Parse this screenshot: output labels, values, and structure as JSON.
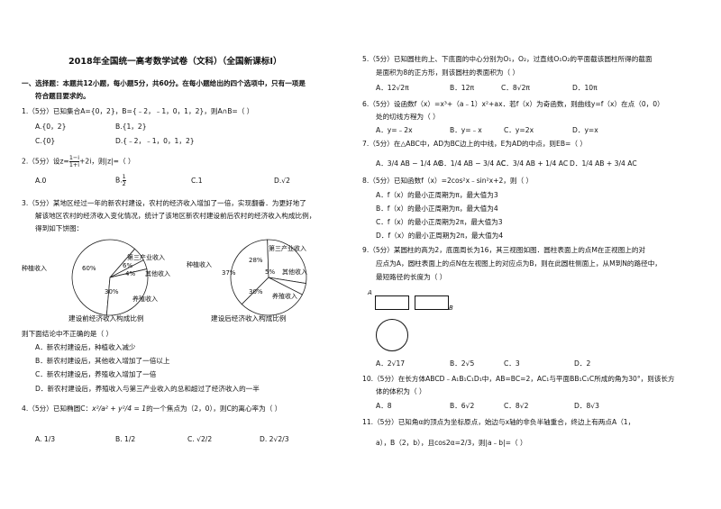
{
  "title": "2018年全国统一高考数学试卷（文科）（全国新课标Ⅰ）",
  "section_header": {
    "line1": "一、选择题：本题共12小题，每小题5分，共60分。在每小题给出的四个选项中，只有一项是",
    "line2": "符合题目要求的。"
  },
  "q1": {
    "stem": "1.（5分）已知集合A={0，2}，B={﹣2，﹣1，0，1，2}，则A∩B=（    ）",
    "A": "A.{0，2}",
    "B": "B.{1，2}",
    "C": "C.{0}",
    "D": "D.{﹣2，﹣1，0，1，2}"
  },
  "q2": {
    "stem_pre": "2.（5分）设z=",
    "stem_frac_num": "1−i",
    "stem_frac_den": "1+i",
    "stem_post": "+2i，则|z|=（    ）",
    "A": "A.0",
    "B_pre": "B.",
    "B_num": "1",
    "B_den": "2",
    "C": "C.1",
    "D": "D.√2"
  },
  "q3": {
    "line1": "3.（5分）某地区经过一年的新农村建设，农村的经济收入增加了一倍，实现翻番．为更好地了",
    "line2": "解该地区农村的经济收入变化情况，统计了该地区新农村建设前后农村的经济收入构成比例，",
    "line3": "得到如下饼图：",
    "pie_before": {
      "caption": "建设前经济收入构成比例",
      "slices": [
        {
          "label": "种植收入",
          "pct": "60%",
          "value": 60
        },
        {
          "label": "第三产业收入",
          "pct": "6%",
          "value": 6
        },
        {
          "label": "其他收入",
          "pct": "4%",
          "value": 4
        },
        {
          "label": "养殖收入",
          "pct": "30%",
          "value": 30
        }
      ]
    },
    "pie_after": {
      "caption": "建设后经济收入构成比例",
      "slices": [
        {
          "label": "种植收入",
          "pct": "37%",
          "value": 37
        },
        {
          "label": "第三产业收入",
          "pct": "28%",
          "value": 28
        },
        {
          "label": "其他收入",
          "pct": "5%",
          "value": 5
        },
        {
          "label": "养殖收入",
          "pct": "30%",
          "value": 30
        }
      ]
    },
    "question": "则下面结论中不正确的是（    ）",
    "A": "A．新农村建设后，种植收入减少",
    "B": "B．新农村建设后，其他收入增加了一倍以上",
    "C": "C．新农村建设后，养殖收入增加了一倍",
    "D": "D．新农村建设后，养殖收入与第三产业收入的总和超过了经济收入的一半"
  },
  "q4": {
    "stem_pre": "4.（5分）已知椭圆C：",
    "stem_eq": "x²/a² + y²/4 = 1",
    "stem_post": "的一个焦点为（2，0），则C的离心率为（    ）",
    "A": "A. 1/3",
    "B": "B. 1/2",
    "C": "C. √2/2",
    "D": "D. 2√2/3"
  },
  "q5": {
    "line1": "5.（5分）已知圆柱的上、下底面的中心分别为O₁，O₂，过直线O₁O₂的平面截该圆柱所得的截面",
    "line2": "是面积为8的正方形，则该圆柱的表面积为（    ）",
    "A": "A．12√2π",
    "B": "B．12π",
    "C": "C．8√2π",
    "D": "D．10π"
  },
  "q6": {
    "line1": "6.（5分）设函数f（x）=x³+（a﹣1）x²+ax．若f（x）为奇函数，则曲线y=f（x）在点（0，0）",
    "line2": "处的切线方程为（    ）",
    "A": "A．y=﹣2x",
    "B": "B．y=﹣x",
    "C": "C．y=2x",
    "D": "D．y=x"
  },
  "q7": {
    "line1": "7.（5分）在△ABC中，AD为BC边上的中线，E为AD的中点，则EB=（    ）",
    "A": "A．3/4 AB − 1/4 AC",
    "B": "B．1/4 AB − 3/4 AC",
    "C": "C．3/4 AB + 1/4 AC",
    "D": "D．1/4 AB + 3/4 AC"
  },
  "q8": {
    "line1": "8.（5分）已知函数f（x）=2cos²x﹣sin²x+2，则（    ）",
    "A": "A．f（x）的最小正周期为π，最大值为3",
    "B": "B．f（x）的最小正周期为π，最大值为4",
    "C": "C．f（x）的最小正周期为2π，最大值为3",
    "D": "D．f（x）的最小正周期为2π，最大值为4"
  },
  "q9": {
    "line1": "9.（5分）某圆柱的高为2，底面周长为16，其三视图如图．圆柱表面上的点M在正视图上的对",
    "line2": "应点为A，圆柱表面上的点N在左视图上的对应点为B，则在此圆柱侧面上，从M到N的路径中，",
    "line3": "最短路径的长度为（    ）",
    "label_A": "A",
    "label_B": "B",
    "A": "A．2√17",
    "B": "B．2√5",
    "C": "C．3",
    "D": "D．2"
  },
  "q10": {
    "line1": "10.（5分）在长方体ABCD﹣A₁B₁C₁D₁中，AB=BC=2，AC₁与平面BB₁C₁C所成的角为30°，则该长方",
    "line2": "体的体积为（    ）",
    "A": "A．8",
    "B": "B．6√2",
    "C": "C．8√2",
    "D": "D．8√3"
  },
  "q11": {
    "line1": "11.（5分）已知角α的顶点为坐标原点，始边与x轴的非负半轴重合，终边上有两点A（1，",
    "line2": "a），B（2，b），且cos2α=2/3，则|a﹣b|=（    ）"
  }
}
